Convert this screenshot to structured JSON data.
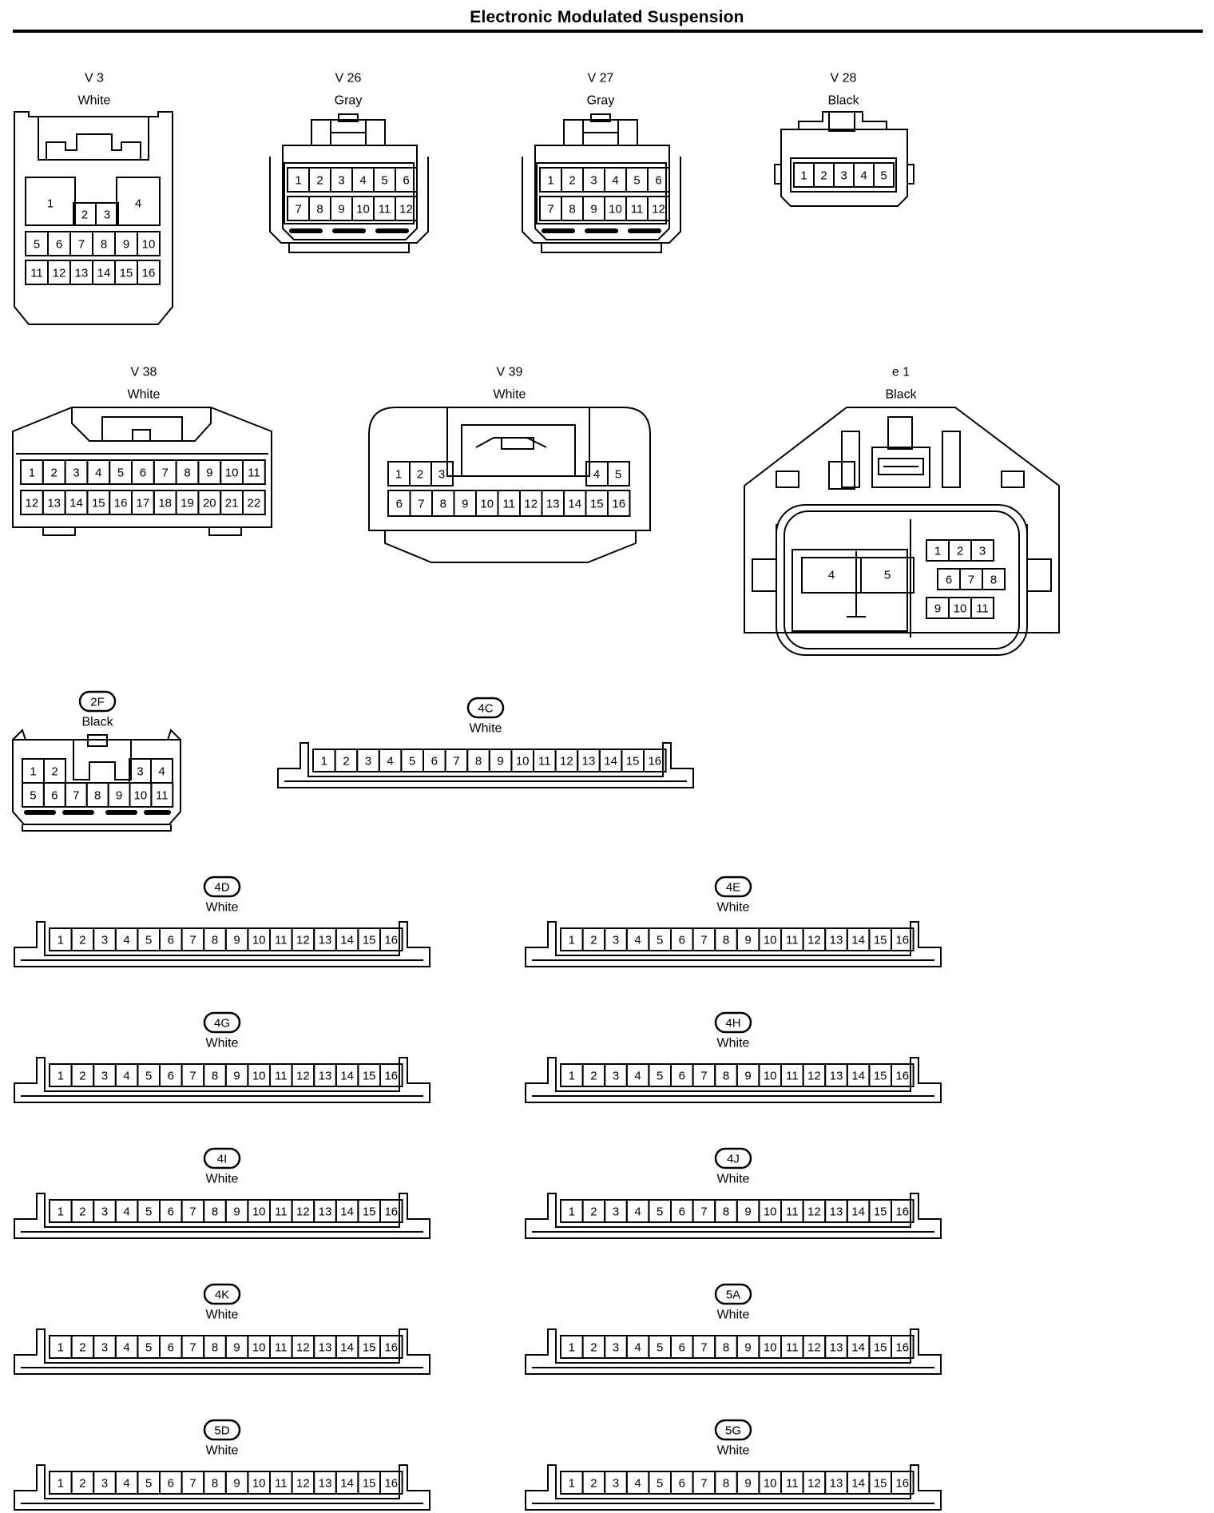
{
  "page": {
    "title": "Electronic Modulated Suspension"
  },
  "connectors": [
    {
      "id": "v3",
      "name": "V 3",
      "color": "White",
      "badge": false,
      "pins": [
        "1",
        "2",
        "3",
        "4",
        "5",
        "6",
        "7",
        "8",
        "9",
        "10",
        "11",
        "12",
        "13",
        "14",
        "15",
        "16"
      ]
    },
    {
      "id": "v26",
      "name": "V 26",
      "color": "Gray",
      "badge": false,
      "pins": [
        "1",
        "2",
        "3",
        "4",
        "5",
        "6",
        "7",
        "8",
        "9",
        "10",
        "11",
        "12"
      ]
    },
    {
      "id": "v27",
      "name": "V 27",
      "color": "Gray",
      "badge": false,
      "pins": [
        "1",
        "2",
        "3",
        "4",
        "5",
        "6",
        "7",
        "8",
        "9",
        "10",
        "11",
        "12"
      ]
    },
    {
      "id": "v28",
      "name": "V 28",
      "color": "Black",
      "badge": false,
      "pins": [
        "1",
        "2",
        "3",
        "4",
        "5"
      ]
    },
    {
      "id": "v38",
      "name": "V 38",
      "color": "White",
      "badge": false,
      "pins": [
        "1",
        "2",
        "3",
        "4",
        "5",
        "6",
        "7",
        "8",
        "9",
        "10",
        "11",
        "12",
        "13",
        "14",
        "15",
        "16",
        "17",
        "18",
        "19",
        "20",
        "21",
        "22"
      ]
    },
    {
      "id": "v39",
      "name": "V 39",
      "color": "White",
      "badge": false,
      "pins": [
        "1",
        "2",
        "3",
        "4",
        "5",
        "6",
        "7",
        "8",
        "9",
        "10",
        "11",
        "12",
        "13",
        "14",
        "15",
        "16"
      ]
    },
    {
      "id": "e1",
      "name": "e 1",
      "color": "Black",
      "badge": false,
      "pins": [
        "1",
        "2",
        "3",
        "4",
        "5",
        "6",
        "7",
        "8",
        "9",
        "10",
        "11"
      ]
    },
    {
      "id": "2f",
      "name": "2F",
      "color": "Black",
      "badge": true,
      "pins": [
        "1",
        "2",
        "3",
        "4",
        "5",
        "6",
        "7",
        "8",
        "9",
        "10",
        "11"
      ]
    },
    {
      "id": "4c",
      "name": "4C",
      "color": "White",
      "badge": true,
      "pins": [
        "1",
        "2",
        "3",
        "4",
        "5",
        "6",
        "7",
        "8",
        "9",
        "10",
        "11",
        "12",
        "13",
        "14",
        "15",
        "16"
      ]
    },
    {
      "id": "4d",
      "name": "4D",
      "color": "White",
      "badge": true,
      "pins": [
        "1",
        "2",
        "3",
        "4",
        "5",
        "6",
        "7",
        "8",
        "9",
        "10",
        "11",
        "12",
        "13",
        "14",
        "15",
        "16"
      ]
    },
    {
      "id": "4e",
      "name": "4E",
      "color": "White",
      "badge": true,
      "pins": [
        "1",
        "2",
        "3",
        "4",
        "5",
        "6",
        "7",
        "8",
        "9",
        "10",
        "11",
        "12",
        "13",
        "14",
        "15",
        "16"
      ]
    },
    {
      "id": "4g",
      "name": "4G",
      "color": "White",
      "badge": true,
      "pins": [
        "1",
        "2",
        "3",
        "4",
        "5",
        "6",
        "7",
        "8",
        "9",
        "10",
        "11",
        "12",
        "13",
        "14",
        "15",
        "16"
      ]
    },
    {
      "id": "4h",
      "name": "4H",
      "color": "White",
      "badge": true,
      "pins": [
        "1",
        "2",
        "3",
        "4",
        "5",
        "6",
        "7",
        "8",
        "9",
        "10",
        "11",
        "12",
        "13",
        "14",
        "15",
        "16"
      ]
    },
    {
      "id": "4i",
      "name": "4I",
      "color": "White",
      "badge": true,
      "pins": [
        "1",
        "2",
        "3",
        "4",
        "5",
        "6",
        "7",
        "8",
        "9",
        "10",
        "11",
        "12",
        "13",
        "14",
        "15",
        "16"
      ]
    },
    {
      "id": "4j",
      "name": "4J",
      "color": "White",
      "badge": true,
      "pins": [
        "1",
        "2",
        "3",
        "4",
        "5",
        "6",
        "7",
        "8",
        "9",
        "10",
        "11",
        "12",
        "13",
        "14",
        "15",
        "16"
      ]
    },
    {
      "id": "4k",
      "name": "4K",
      "color": "White",
      "badge": true,
      "pins": [
        "1",
        "2",
        "3",
        "4",
        "5",
        "6",
        "7",
        "8",
        "9",
        "10",
        "11",
        "12",
        "13",
        "14",
        "15",
        "16"
      ]
    },
    {
      "id": "5a",
      "name": "5A",
      "color": "White",
      "badge": true,
      "pins": [
        "1",
        "2",
        "3",
        "4",
        "5",
        "6",
        "7",
        "8",
        "9",
        "10",
        "11",
        "12",
        "13",
        "14",
        "15",
        "16"
      ]
    },
    {
      "id": "5d",
      "name": "5D",
      "color": "White",
      "badge": true,
      "pins": [
        "1",
        "2",
        "3",
        "4",
        "5",
        "6",
        "7",
        "8",
        "9",
        "10",
        "11",
        "12",
        "13",
        "14",
        "15",
        "16"
      ]
    },
    {
      "id": "5g",
      "name": "5G",
      "color": "White",
      "badge": true,
      "pins": [
        "1",
        "2",
        "3",
        "4",
        "5",
        "6",
        "7",
        "8",
        "9",
        "10",
        "11",
        "12",
        "13",
        "14",
        "15",
        "16"
      ]
    }
  ]
}
